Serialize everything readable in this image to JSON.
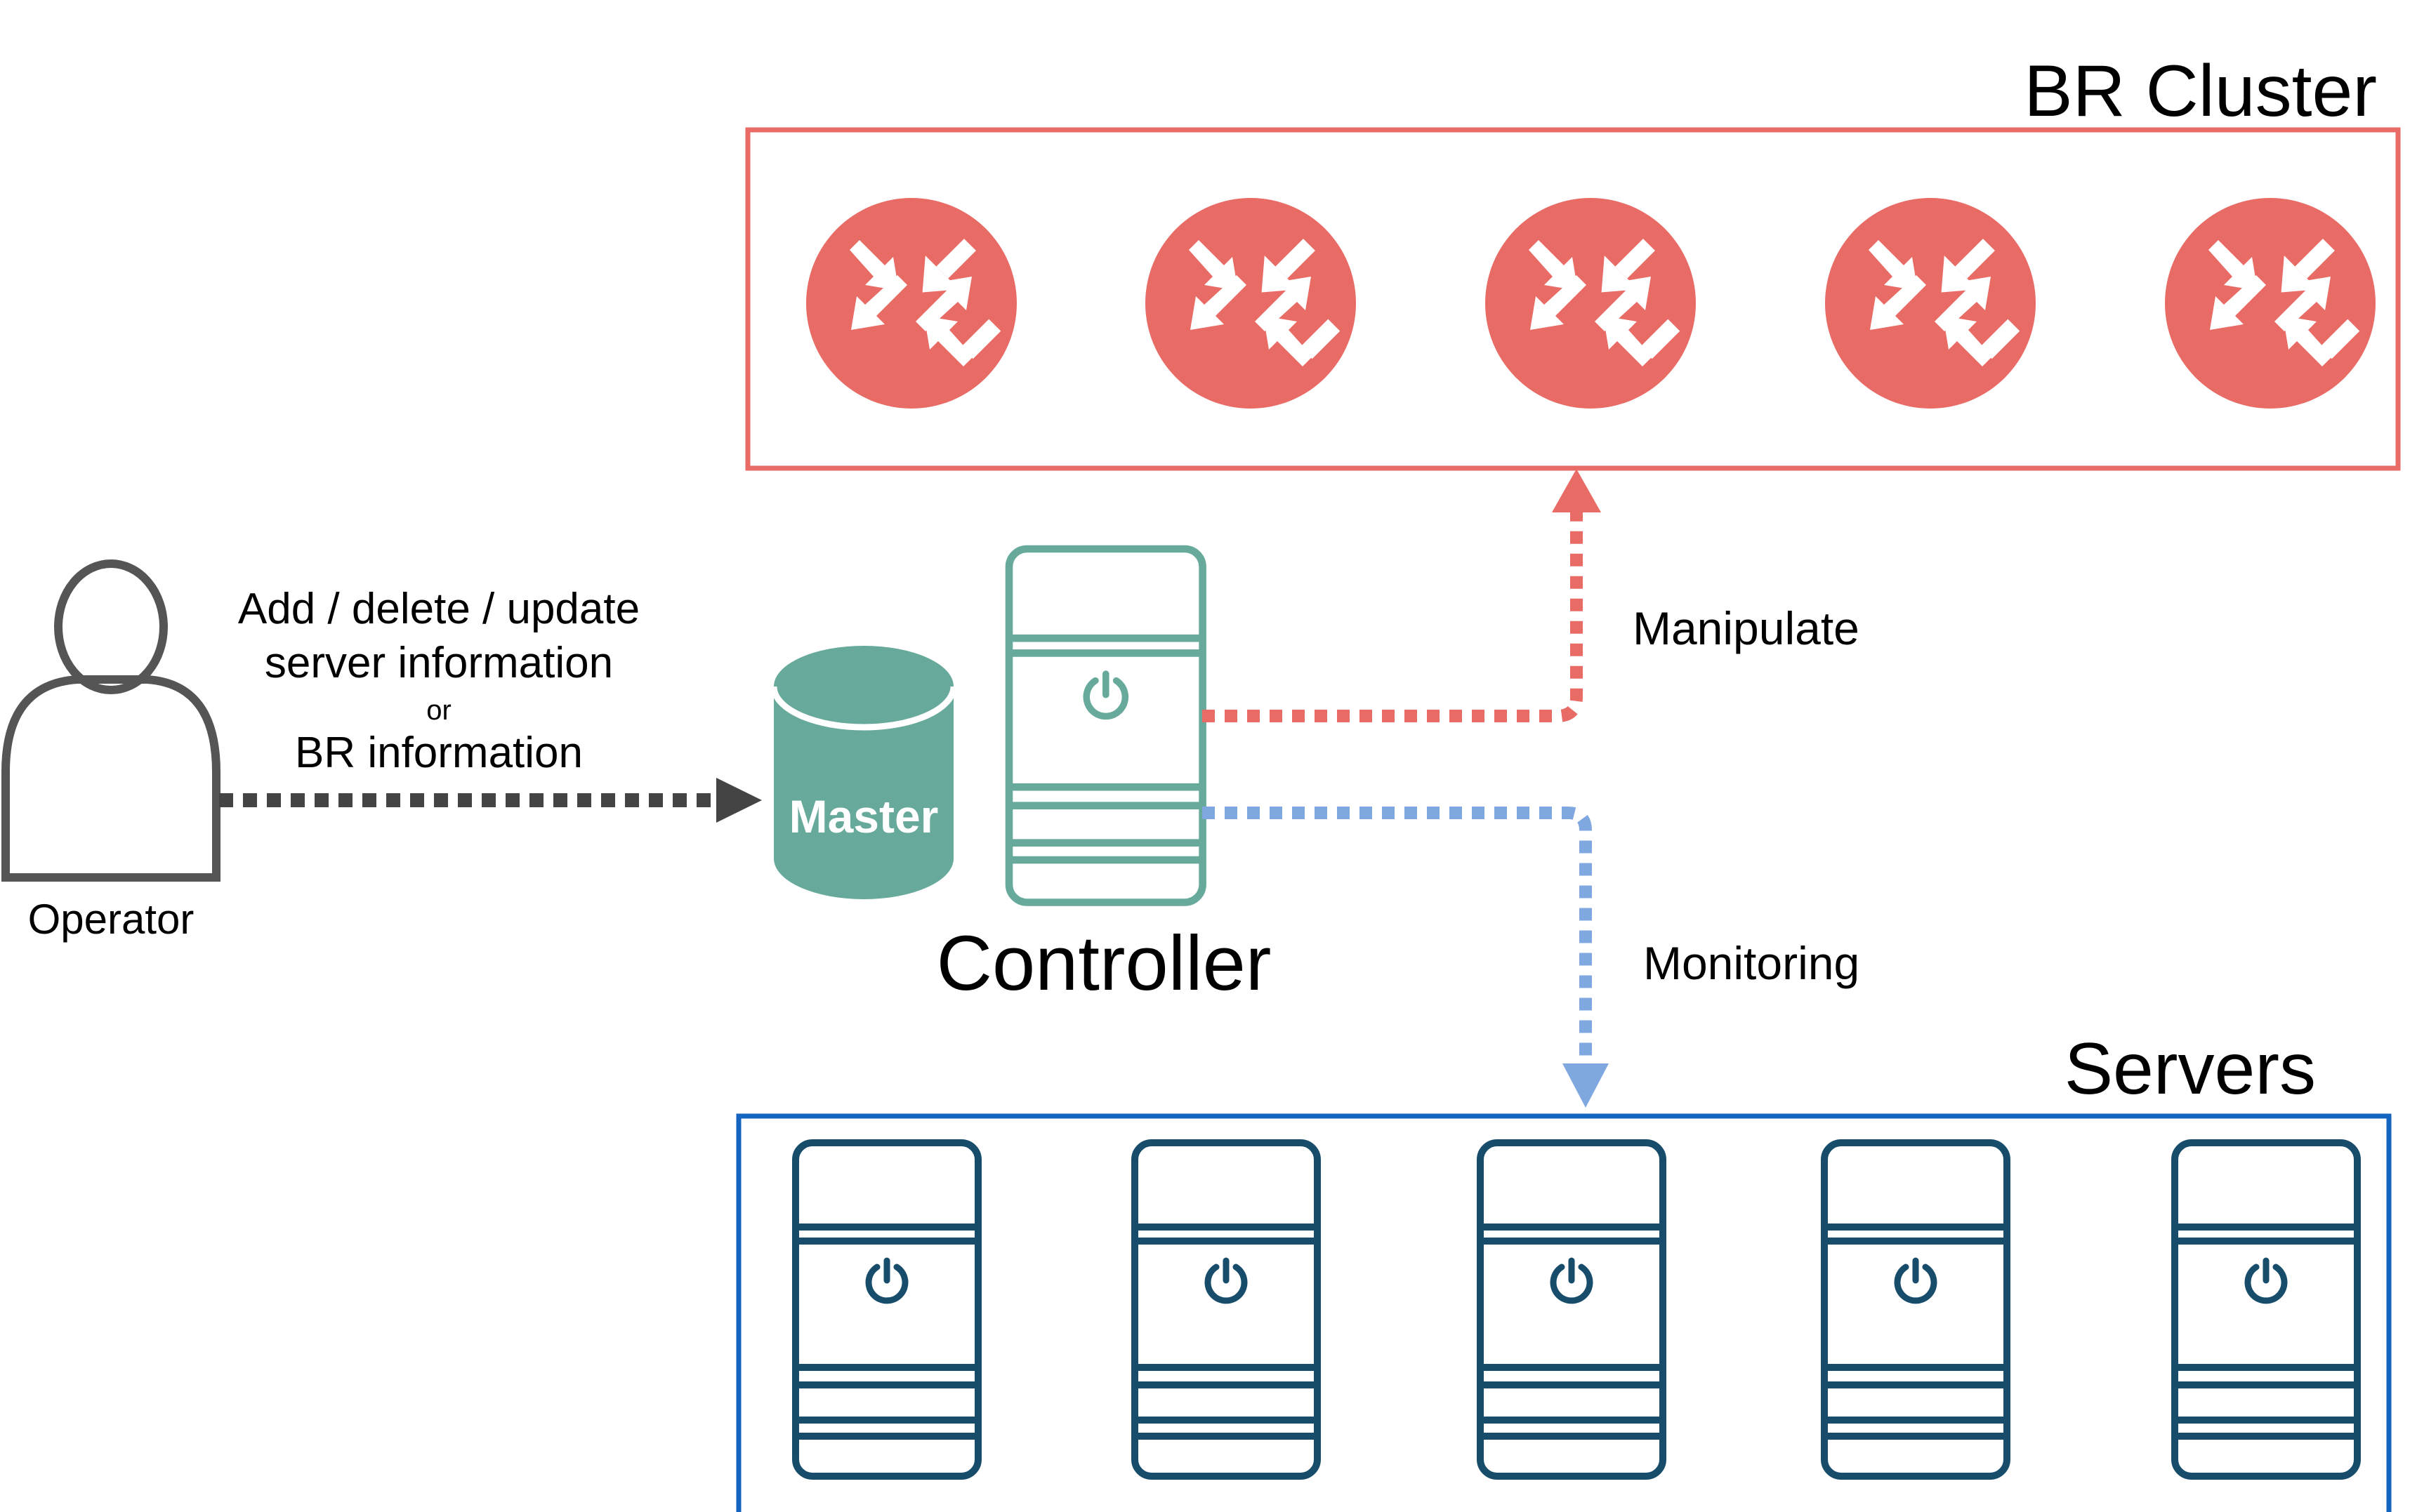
{
  "operator": {
    "label": "Operator",
    "action_lines": [
      "Add / delete / update",
      "server information",
      "or",
      "BR information"
    ]
  },
  "master": {
    "label": "Master"
  },
  "controller": {
    "label": "Controller"
  },
  "br_cluster": {
    "title": "BR Cluster",
    "router_count": 5
  },
  "servers": {
    "title": "Servers",
    "server_count": 5
  },
  "links": {
    "manipulate": "Manipulate",
    "monitoring": "Monitoring"
  },
  "colors": {
    "router": "#e96b66",
    "br_box": "#e96b66",
    "servers_box": "#1565c0",
    "server_icon": "#174d6b",
    "controller": "#67aa9c",
    "master_db": "#67aa9c",
    "operator": "#555555",
    "operator_arrow": "#444444",
    "manipulate_arrow": "#e96b66",
    "monitoring_arrow": "#80a8e0"
  },
  "icons": {
    "operator": "person-icon",
    "master": "database-icon",
    "controller": "server-tower-icon",
    "router": "router-icon",
    "server": "server-tower-icon"
  }
}
